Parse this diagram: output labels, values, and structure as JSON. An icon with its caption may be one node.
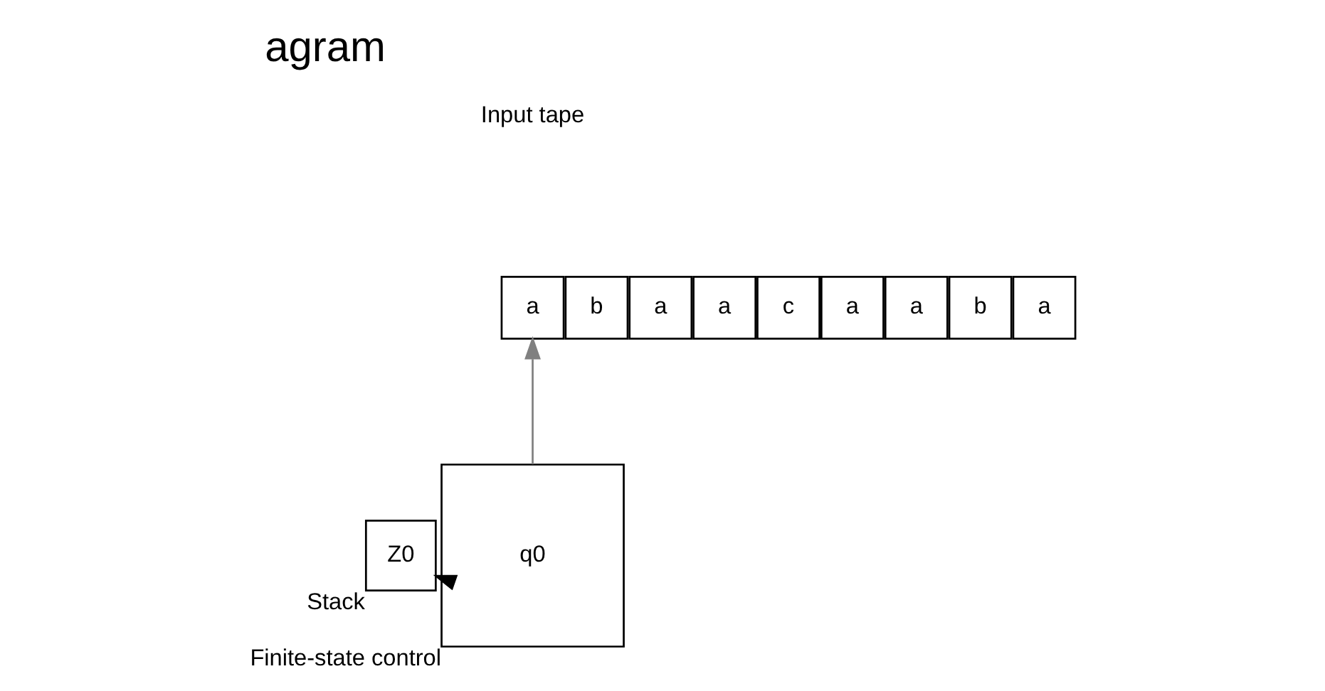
{
  "diagram": {
    "title": "agram",
    "nodes": [
      {
        "text": [
          "a"
        ]
      },
      {
        "text": [
          "b"
        ]
      },
      {
        "text": [
          "a"
        ]
      },
      {
        "text": [
          "a"
        ]
      },
      {
        "text": [
          "c"
        ]
      },
      {
        "text": [
          "a"
        ]
      },
      {
        "text": [
          "a"
        ]
      },
      {
        "text": [
          "b"
        ]
      },
      {
        "text": [
          "a"
        ]
      },
      {
        "text": [
          "Stack",
          "Z0"
        ]
      },
      {
        "text": [
          "Finite-state control",
          "q0"
        ]
      }
    ],
    "edges": [
      {
        "from": 10,
        "to": 0,
        "arrow": "to",
        "color": "#808080"
      },
      {
        "from": 10,
        "to": 9,
        "arrow": "to",
        "color": "#000000"
      }
    ],
    "labels": [
      "Input tape"
    ]
  }
}
